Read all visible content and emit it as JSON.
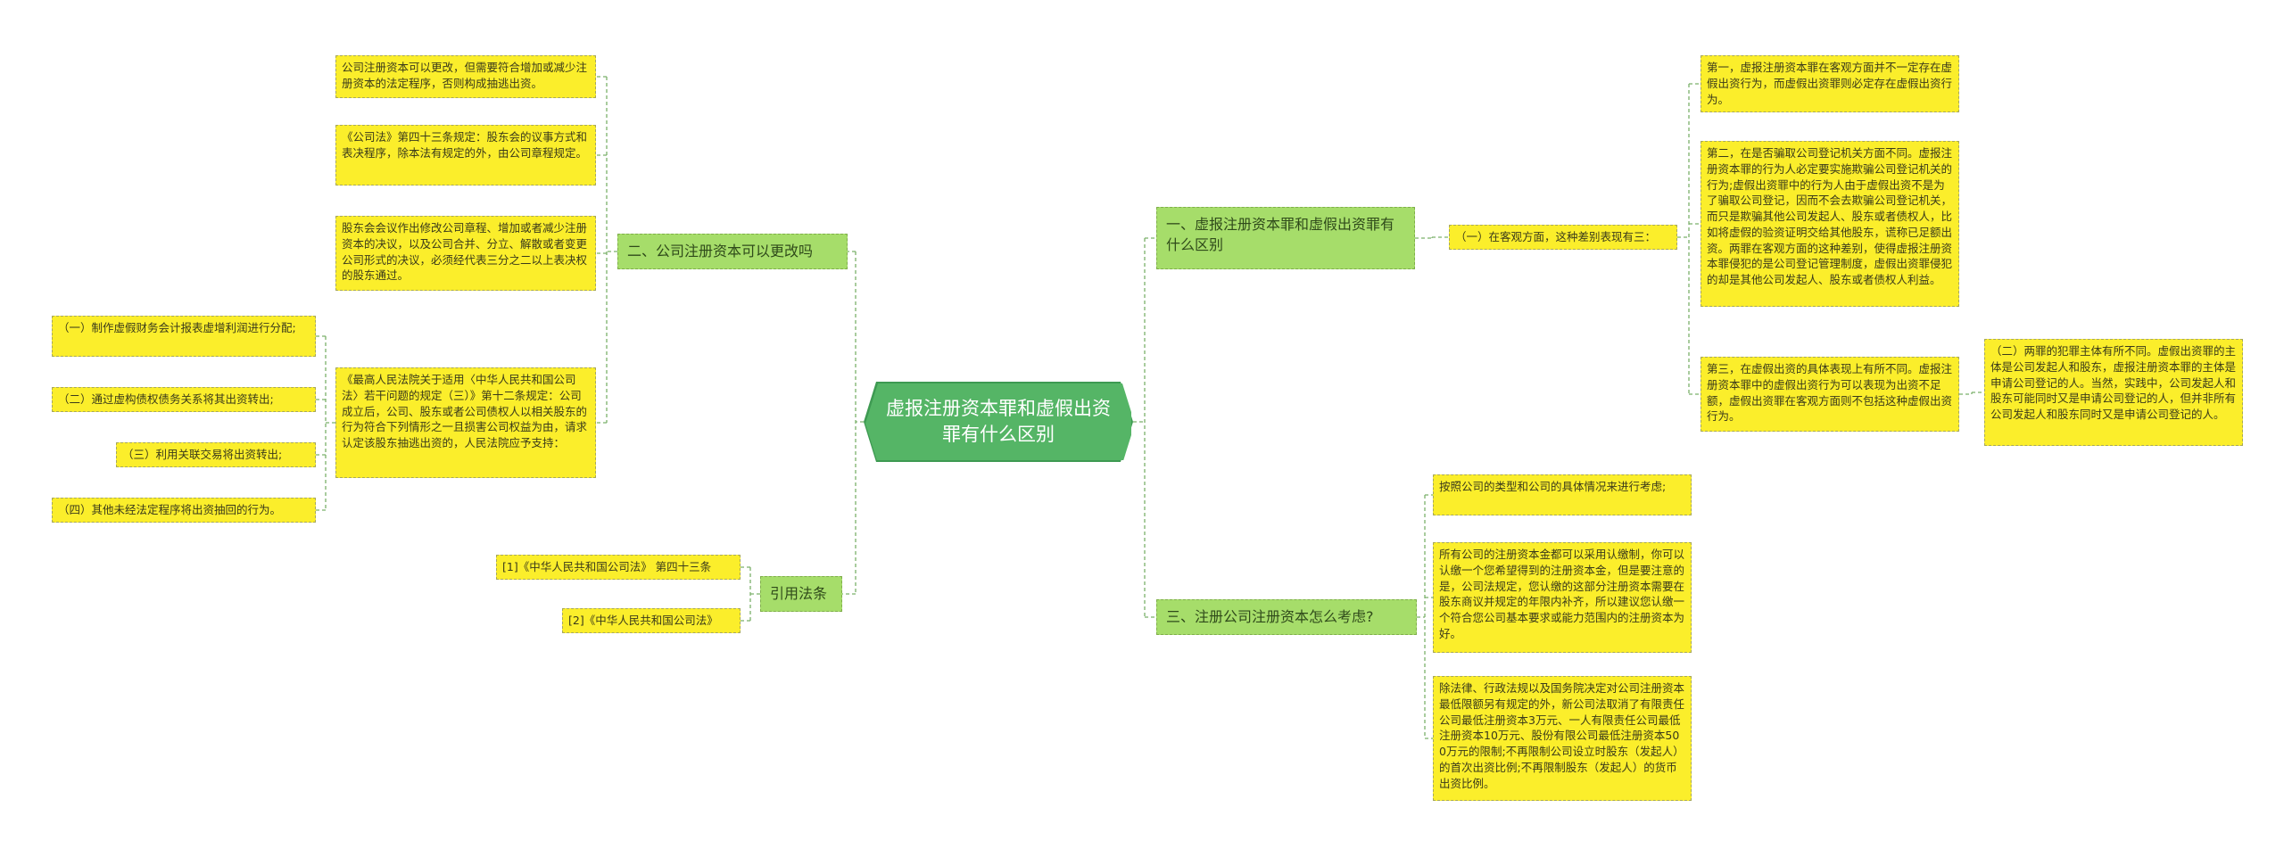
{
  "root": {
    "title": "虚报注册资本罪和虚假出资罪有什么区别"
  },
  "branches": {
    "b1": {
      "title": "一、虚报注册资本罪和虚假出资罪有什么区别",
      "sub": "（一）在客观方面，这种差别表现有三：",
      "points": [
        "第一，虚报注册资本罪在客观方面并不一定存在虚假出资行为，而虚假出资罪则必定存在虚假出资行为。",
        "第二，在是否骗取公司登记机关方面不同。虚报注册资本罪的行为人必定要实施欺骗公司登记机关的行为;虚假出资罪中的行为人由于虚假出资不是为了骗取公司登记，因而不会去欺骗公司登记机关，而只是欺骗其他公司发起人、股东或者债权人，比如将虚假的验资证明交给其他股东，谎称已足额出资。两罪在客观方面的这种差别，使得虚报注册资本罪侵犯的是公司登记管理制度，虚假出资罪侵犯的却是其他公司发起人、股东或者债权人利益。",
        "第三，在虚假出资的具体表现上有所不同。虚报注册资本罪中的虚假出资行为可以表现为出资不足额，虚假出资罪在客观方面则不包括这种虚假出资行为。"
      ],
      "extra": "（二）两罪的犯罪主体有所不同。虚假出资罪的主体是公司发起人和股东，虚报注册资本罪的主体是申请公司登记的人。当然，实践中，公司发起人和股东可能同时又是申请公司登记的人，但并非所有公司发起人和股东同时又是申请公司登记的人。"
    },
    "b2": {
      "title": "二、公司注册资本可以更改吗",
      "items": [
        "公司注册资本可以更改，但需要符合增加或减少注册资本的法定程序，否则构成抽逃出资。",
        "《公司法》第四十三条规定：股东会的议事方式和表决程序，除本法有规定的外，由公司章程规定。",
        "股东会会议作出修改公司章程、增加或者减少注册资本的决议，以及公司合并、分立、解散或者变更公司形式的决议，必须经代表三分之二以上表决权的股东通过。",
        "《最高人民法院关于适用〈中华人民共和国公司法〉若干问题的规定（三）》第十二条规定：公司成立后，公司、股东或者公司债权人以相关股东的行为符合下列情形之一且损害公司权益为由，请求认定该股东抽逃出资的，人民法院应予支持："
      ],
      "subitems": [
        "（一）制作虚假财务会计报表虚增利润进行分配;",
        "（二）通过虚构债权债务关系将其出资转出;",
        "（三）利用关联交易将出资转出;",
        "（四）其他未经法定程序将出资抽回的行为。"
      ]
    },
    "b3": {
      "title": "三、注册公司注册资本怎么考虑?",
      "items": [
        "按照公司的类型和公司的具体情况来进行考虑;",
        "所有公司的注册资本金都可以采用认缴制，你可以认缴一个您希望得到的注册资本金，但是要注意的是，公司法规定，您认缴的这部分注册资本需要在股东商议并规定的年限内补齐，所以建议您认缴一个符合您公司基本要求或能力范围内的注册资本为好。",
        "除法律、行政法规以及国务院决定对公司注册资本最低限额另有规定的外，新公司法取消了有限责任公司最低注册资本3万元、一人有限责任公司最低注册资本10万元、股份有限公司最低注册资本500万元的限制;不再限制公司设立时股东（发起人）的首次出资比例;不再限制股东（发起人）的货币出资比例。"
      ]
    },
    "b4": {
      "title": "引用法条",
      "items": [
        "[1]《中华人民共和国公司法》 第四十三条",
        "[2]《中华人民共和国公司法》"
      ]
    }
  },
  "colors": {
    "root_fill": "#55b566",
    "branch_fill": "#a6dd6a",
    "leaf_fill": "#fbee2b",
    "link": "#7bb06a"
  }
}
